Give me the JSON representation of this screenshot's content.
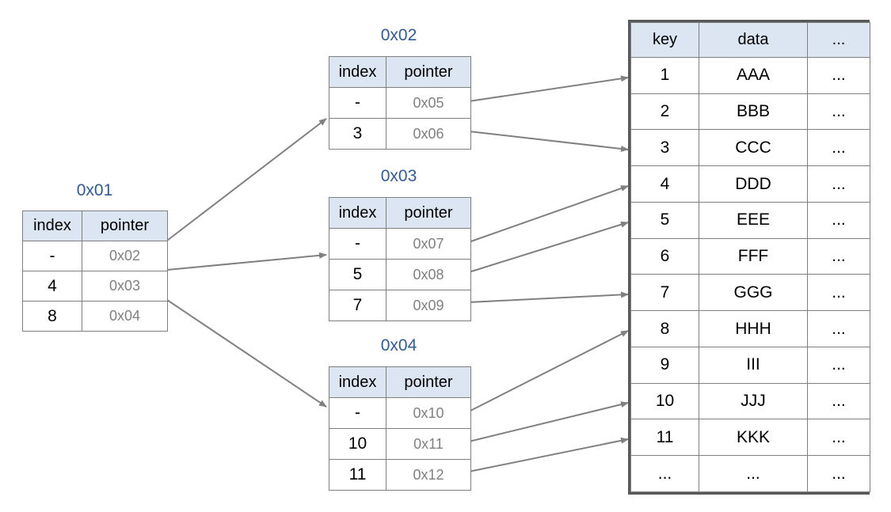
{
  "diagram": {
    "title_color": "#2e5b9c",
    "header_fill": "#dce6f2",
    "border_color": "#7f7f7f",
    "arrow_color": "#808080",
    "pointer_text_color": "#808080"
  },
  "root_table": {
    "label": "0x01",
    "columns": [
      "index",
      "pointer"
    ],
    "rows": [
      {
        "index": "-",
        "pointer": "0x02"
      },
      {
        "index": "4",
        "pointer": "0x03"
      },
      {
        "index": "8",
        "pointer": "0x04"
      }
    ]
  },
  "mid_tables": [
    {
      "label": "0x02",
      "columns": [
        "index",
        "pointer"
      ],
      "rows": [
        {
          "index": "-",
          "pointer": "0x05"
        },
        {
          "index": "3",
          "pointer": "0x06"
        }
      ]
    },
    {
      "label": "0x03",
      "columns": [
        "index",
        "pointer"
      ],
      "rows": [
        {
          "index": "-",
          "pointer": "0x07"
        },
        {
          "index": "5",
          "pointer": "0x08"
        },
        {
          "index": "7",
          "pointer": "0x09"
        }
      ]
    },
    {
      "label": "0x04",
      "columns": [
        "index",
        "pointer"
      ],
      "rows": [
        {
          "index": "-",
          "pointer": "0x10"
        },
        {
          "index": "10",
          "pointer": "0x11"
        },
        {
          "index": "11",
          "pointer": "0x12"
        }
      ]
    }
  ],
  "data_table": {
    "columns": [
      "key",
      "data",
      "..."
    ],
    "rows": [
      {
        "key": "1",
        "data": "AAA",
        "etc": "..."
      },
      {
        "key": "2",
        "data": "BBB",
        "etc": "..."
      },
      {
        "key": "3",
        "data": "CCC",
        "etc": "..."
      },
      {
        "key": "4",
        "data": "DDD",
        "etc": "..."
      },
      {
        "key": "5",
        "data": "EEE",
        "etc": "..."
      },
      {
        "key": "6",
        "data": "FFF",
        "etc": "..."
      },
      {
        "key": "7",
        "data": "GGG",
        "etc": "..."
      },
      {
        "key": "8",
        "data": "HHH",
        "etc": "..."
      },
      {
        "key": "9",
        "data": "III",
        "etc": "..."
      },
      {
        "key": "10",
        "data": "JJJ",
        "etc": "..."
      },
      {
        "key": "11",
        "data": "KKK",
        "etc": "..."
      },
      {
        "key": "...",
        "data": "...",
        "etc": "..."
      }
    ]
  },
  "edges": [
    {
      "from": "0x01.row0.pointer",
      "to": "0x02.table"
    },
    {
      "from": "0x01.row1.pointer",
      "to": "0x03.table"
    },
    {
      "from": "0x01.row2.pointer",
      "to": "0x04.table"
    },
    {
      "from": "0x02.row0.pointer",
      "to": "data.key1"
    },
    {
      "from": "0x02.row1.pointer",
      "to": "data.key3"
    },
    {
      "from": "0x03.row0.pointer",
      "to": "data.key4"
    },
    {
      "from": "0x03.row1.pointer",
      "to": "data.key5"
    },
    {
      "from": "0x03.row2.pointer",
      "to": "data.key7"
    },
    {
      "from": "0x04.row0.pointer",
      "to": "data.key8"
    },
    {
      "from": "0x04.row1.pointer",
      "to": "data.key10"
    },
    {
      "from": "0x04.row2.pointer",
      "to": "data.key11"
    }
  ]
}
